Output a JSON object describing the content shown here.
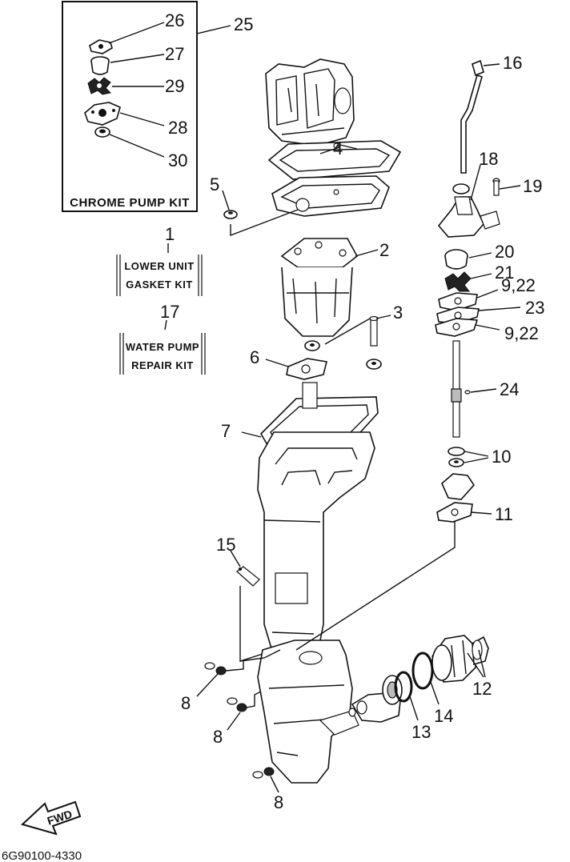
{
  "kits": {
    "chrome_pump_kit": "CHROME PUMP KIT",
    "lower_unit_gasket_kit": {
      "number": "1",
      "line1": "LOWER UNIT",
      "line2": "GASKET KIT"
    },
    "water_pump_repair_kit": {
      "number": "17",
      "line1": "WATER PUMP",
      "line2": "REPAIR KIT"
    }
  },
  "callouts": {
    "c2": "2",
    "c3": "3",
    "c4": "4",
    "c5": "5",
    "c6": "6",
    "c7": "7",
    "c8a": "8",
    "c8b": "8",
    "c8c": "8",
    "c9_22a": "9,22",
    "c9_22b": "9,22",
    "c10": "10",
    "c11": "11",
    "c12": "12",
    "c13": "13",
    "c14": "14",
    "c15": "15",
    "c16": "16",
    "c18": "18",
    "c19": "19",
    "c20": "20",
    "c21": "21",
    "c23": "23",
    "c24": "24",
    "c25": "25",
    "c26": "26",
    "c27": "27",
    "c28": "28",
    "c29": "29",
    "c30": "30"
  },
  "fwd_label": "FWD",
  "diagram_code": "6G90100-4330"
}
